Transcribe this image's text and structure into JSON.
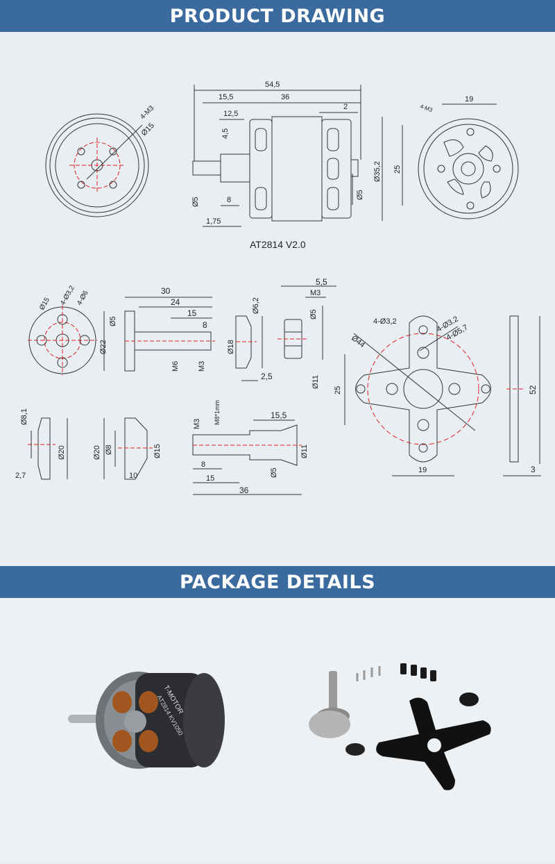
{
  "sections": {
    "drawing_title": "PRODUCT DRAWING",
    "package_title": "PACKAGE DETAILS"
  },
  "drawing": {
    "model_label": "AT2814 V2.0",
    "front_view": {
      "hole_label": "4-M3",
      "circle_label": "Ø15"
    },
    "side_view": {
      "dims": {
        "overall": "54,5",
        "left": "15,5",
        "body": "36",
        "d125": "12,5",
        "d2": "2",
        "d45": "4,5",
        "d8": "8",
        "d175": "1,75",
        "shaft": "Ø5",
        "shaft2": "Ø5",
        "can": "Ø35,2"
      }
    },
    "rear_view": {
      "hole_label": "4-M3",
      "d19": "19",
      "d25": "25"
    },
    "adapter_view": {
      "l1": "Ø15",
      "l2": "4-Ø3,2",
      "l3": "4-Ø6"
    },
    "prop_adapter": {
      "d30": "30",
      "d24": "24",
      "d15": "15",
      "d8": "8",
      "phi5": "Ø5",
      "phi22": "Ø22",
      "m6": "M6",
      "m3": "M3"
    },
    "washer": {
      "phi62": "Ø6,2",
      "phi18": "Ø18",
      "d25": "2,5"
    },
    "collar": {
      "d55": "5,5",
      "m3": "M3",
      "phi5": "Ø5",
      "phi11": "Ø11"
    },
    "mount": {
      "h1": "4-Ø3,2",
      "h2": "4-Ø3,2",
      "h3": "4-Ø5,7",
      "phi44": "Ø44",
      "d25": "25",
      "d19": "19"
    },
    "mount_side": {
      "d52": "52",
      "d3": "3"
    },
    "ring": {
      "phi81": "Ø8,1",
      "phi20": "Ø20",
      "d27": "2,7"
    },
    "cone": {
      "phi20": "Ø20",
      "phi8": "Ø8",
      "phi15": "Ø15",
      "d10": "10"
    },
    "shaft_part": {
      "m3": "M3",
      "m8": "M8*1mm",
      "d155": "15,5",
      "phi11": "Ø11",
      "d8": "8",
      "d15": "15",
      "phi5": "Ø5",
      "d36": "36"
    }
  },
  "package": {
    "motor_label_brand": "T-MOTOR",
    "motor_label_model": "AT2814 KV1050"
  },
  "colors": {
    "banner": "#3a6a9e",
    "accent_red": "#e02020",
    "line": "#333333"
  }
}
